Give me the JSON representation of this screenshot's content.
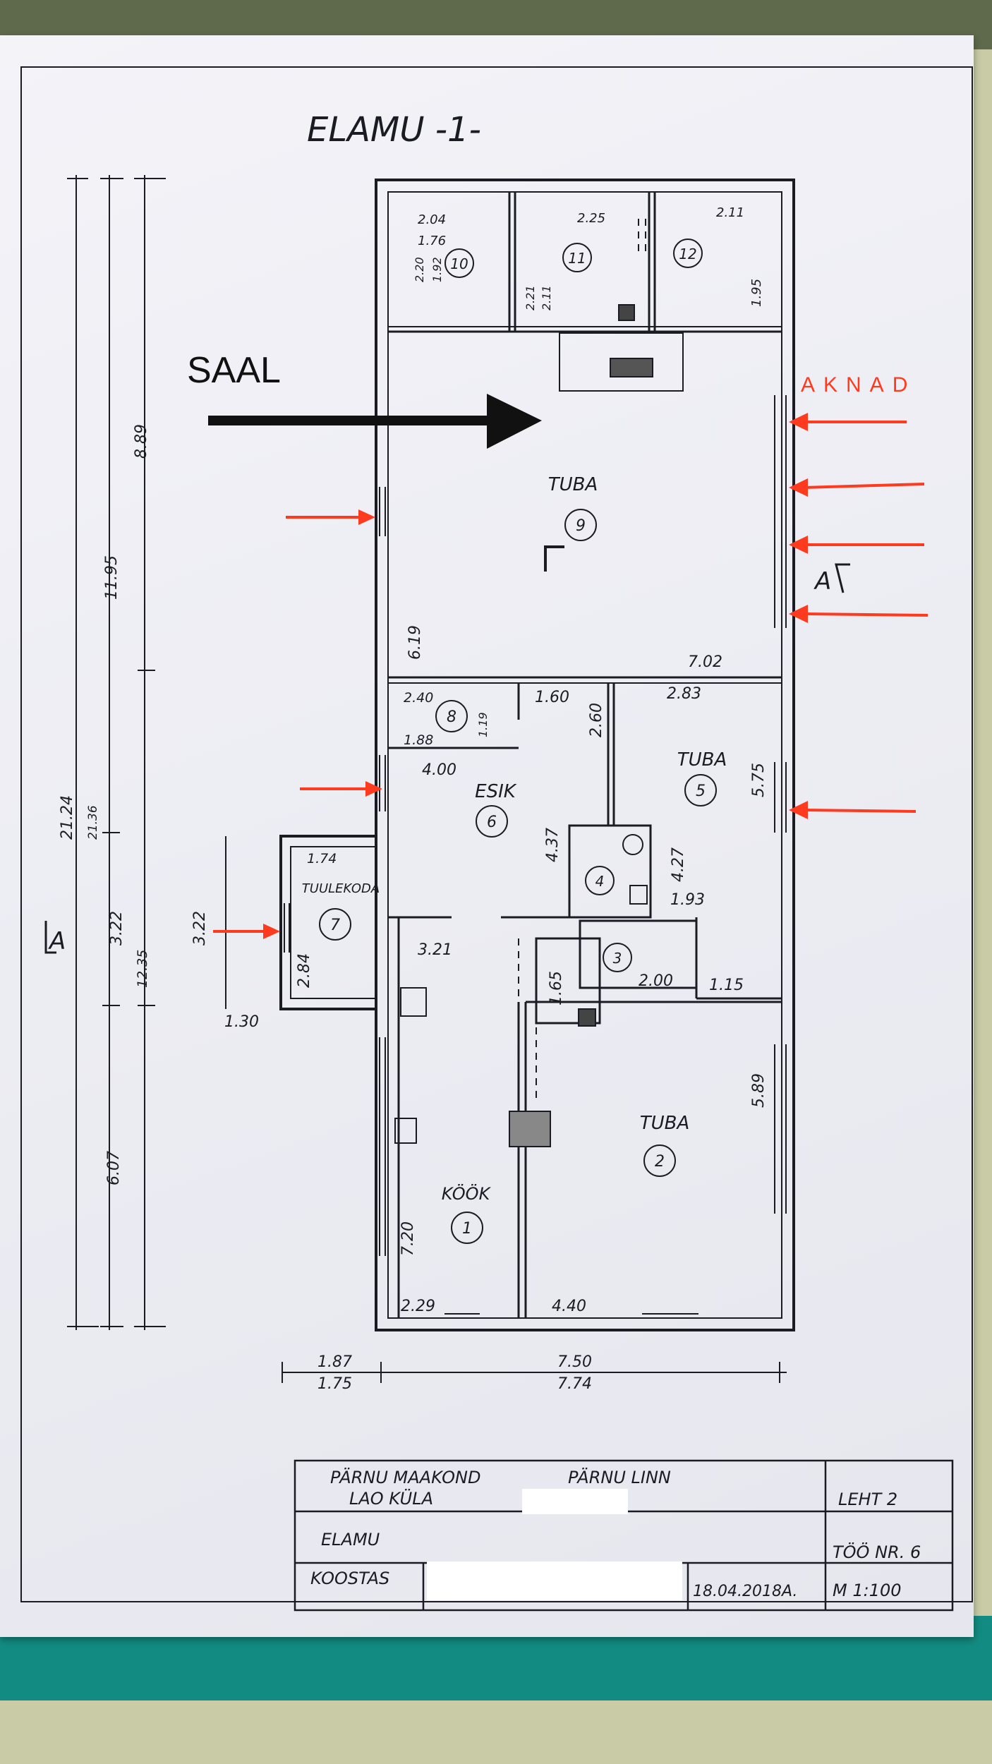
{
  "drawing_title": "ELAMU -1-",
  "annotations": {
    "saal_label": "SAAL",
    "aknad_label": "AKNAD",
    "section_label_a": "A"
  },
  "colors": {
    "annotation_red": "#ff3b1f",
    "ink": "#1b1b24",
    "folder": "#128c82"
  },
  "rooms": [
    {
      "id": "1",
      "name": "KÖÖK"
    },
    {
      "id": "2",
      "name": "TUBA"
    },
    {
      "id": "3",
      "name": ""
    },
    {
      "id": "4",
      "name": ""
    },
    {
      "id": "5",
      "name": "TUBA"
    },
    {
      "id": "6",
      "name": "ESIK"
    },
    {
      "id": "7",
      "name": "TUULEKODA"
    },
    {
      "id": "8",
      "name": ""
    },
    {
      "id": "9",
      "name": "TUBA"
    },
    {
      "id": "10",
      "name": ""
    },
    {
      "id": "11",
      "name": ""
    },
    {
      "id": "12",
      "name": ""
    }
  ],
  "dimensions": {
    "overall_left": [
      "21.24",
      "21.36",
      "12.35",
      "11.95",
      "8.89",
      "3.22",
      "6.07"
    ],
    "tuulekoda_side": "3.22",
    "tuulekoda_bottom": "1.30",
    "bottom_row1": [
      "1.87",
      "7.50"
    ],
    "bottom_row2": [
      "1.75",
      "7.74"
    ],
    "room10": [
      "2.04",
      "1.76",
      "2.20",
      "1.92"
    ],
    "room11": [
      "2.25",
      "2.21",
      "2.11"
    ],
    "room12": [
      "2.11",
      "1.95"
    ],
    "room9": [
      "6.19",
      "7.02"
    ],
    "room8": [
      "2.40",
      "1.88",
      "1.19"
    ],
    "esik": [
      "1.60",
      "2.60",
      "4.00",
      "4.37"
    ],
    "room5": [
      "2.83",
      "5.75",
      "4.27",
      "1.93"
    ],
    "room3": [
      "2.00",
      "1.15"
    ],
    "room7": [
      "1.74",
      "2.84"
    ],
    "kitchen": [
      "3.21",
      "1.65",
      "7.20",
      "2.29"
    ],
    "room2": [
      "5.89",
      "4.40"
    ]
  },
  "title_block": {
    "county": "PÄRNU MAAKOND",
    "city": "PÄRNU LINN",
    "street": "LAO KÜLA",
    "building": "ELAMU",
    "author_label": "KOOSTAS",
    "date": "18.04.2018A.",
    "sheet": "LEHT 2",
    "job": "TÖÖ NR. 6",
    "scale": "M 1:100"
  }
}
